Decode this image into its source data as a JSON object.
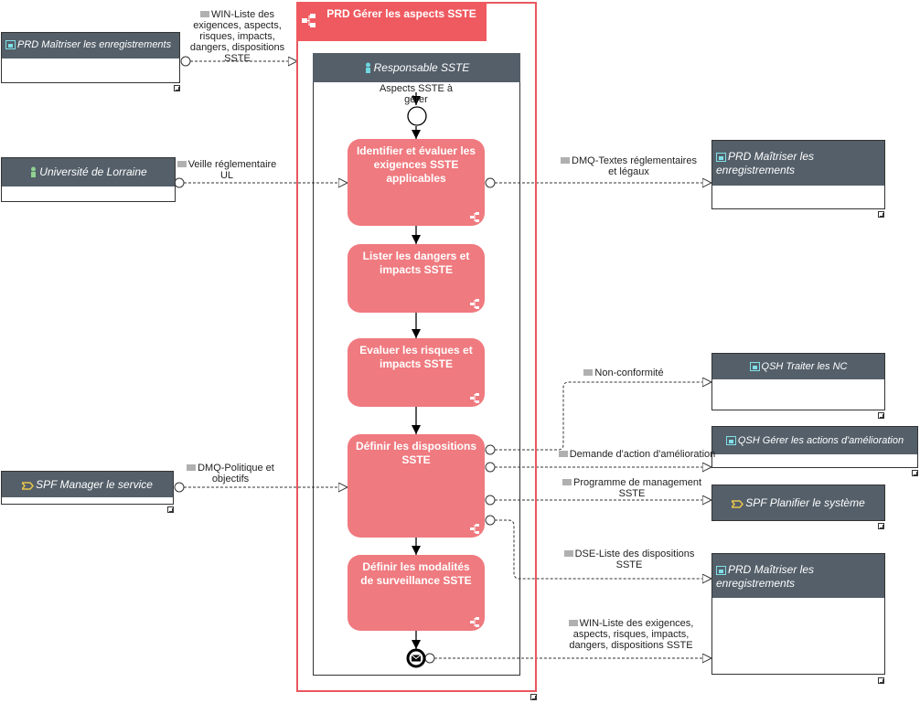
{
  "process": {
    "title": "PRD Gérer les aspects SSTE"
  },
  "lane": {
    "title": "Responsable SSTE"
  },
  "start_event": {
    "label": "Aspects SSTE à gérer"
  },
  "activities": [
    {
      "label": "Identifier et évaluer les exigences SSTE applicables"
    },
    {
      "label": "Lister les dangers et impacts SSTE"
    },
    {
      "label": "Evaluer les risques et impacts SSTE"
    },
    {
      "label": "Définir les dispositions SSTE"
    },
    {
      "label": "Définir les modalités de surveillance SSTE"
    }
  ],
  "external_left": [
    {
      "title": "PRD Maîtriser les enregistrements",
      "icon": "process-icon"
    },
    {
      "title": "Université de Lorraine",
      "icon": "person-icon"
    },
    {
      "title": "SPF Manager le service",
      "icon": "service-icon"
    }
  ],
  "external_right": [
    {
      "title": "PRD Maîtriser les enregistrements",
      "icon": "process-icon"
    },
    {
      "title": "QSH Traiter les NC",
      "icon": "process-icon"
    },
    {
      "title": "QSH Gérer les actions d'amélioration",
      "icon": "process-icon"
    },
    {
      "title": "SPF Planifier le système",
      "icon": "service-icon"
    },
    {
      "title": "PRD Maîtriser les enregistrements",
      "icon": "process-icon"
    }
  ],
  "flows": {
    "in_win": "WIN-Liste des exigences, aspects, risques, impacts, dangers, dispositions SSTE",
    "in_veille": "Veille réglementaire UL",
    "in_dmq_politique": "DMQ-Politique et objectifs",
    "out_dmq_textes": "DMQ-Textes réglementaires et légaux",
    "out_nc": "Non-conformité",
    "out_demande": "Demande d'action d'amélioration",
    "out_programme": "Programme de management SSTE",
    "out_dse": "DSE-Liste des dispositions SSTE",
    "out_win": "WIN-Liste des exigences, aspects, risques, impacts, dangers, dispositions SSTE"
  },
  "colors": {
    "process_border": "#e8585e",
    "process_header": "#ef5a60",
    "activity": "#ef7a7f",
    "box_header": "#545f69"
  }
}
